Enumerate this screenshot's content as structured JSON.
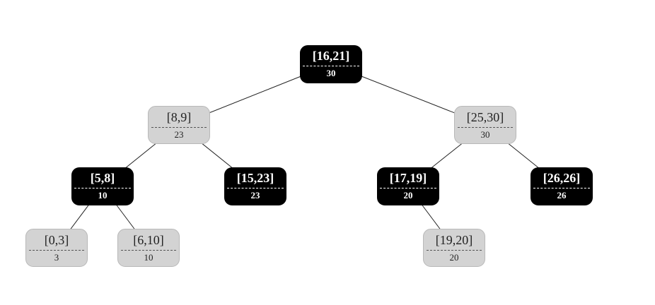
{
  "nodes": [
    {
      "id": "n16_21",
      "interval": "[16,21]",
      "max": "30",
      "color": "black"
    },
    {
      "id": "n8_9",
      "interval": "[8,9]",
      "max": "23",
      "color": "gray"
    },
    {
      "id": "n25_30",
      "interval": "[25,30]",
      "max": "30",
      "color": "gray"
    },
    {
      "id": "n5_8",
      "interval": "[5,8]",
      "max": "10",
      "color": "black"
    },
    {
      "id": "n15_23",
      "interval": "[15,23]",
      "max": "23",
      "color": "black"
    },
    {
      "id": "n17_19",
      "interval": "[17,19]",
      "max": "20",
      "color": "black"
    },
    {
      "id": "n26_26",
      "interval": "[26,26]",
      "max": "26",
      "color": "black"
    },
    {
      "id": "n0_3",
      "interval": "[0,3]",
      "max": "3",
      "color": "gray"
    },
    {
      "id": "n6_10",
      "interval": "[6,10]",
      "max": "10",
      "color": "gray"
    },
    {
      "id": "n19_20",
      "interval": "[19,20]",
      "max": "20",
      "color": "gray"
    }
  ],
  "edges": [
    [
      "n16_21",
      "n8_9"
    ],
    [
      "n16_21",
      "n25_30"
    ],
    [
      "n8_9",
      "n5_8"
    ],
    [
      "n8_9",
      "n15_23"
    ],
    [
      "n25_30",
      "n17_19"
    ],
    [
      "n25_30",
      "n26_26"
    ],
    [
      "n5_8",
      "n0_3"
    ],
    [
      "n5_8",
      "n6_10"
    ],
    [
      "n17_19",
      "n19_20"
    ]
  ],
  "colors": {
    "black": "#000000",
    "gray": "#d3d3d3",
    "edge": "#222222"
  }
}
